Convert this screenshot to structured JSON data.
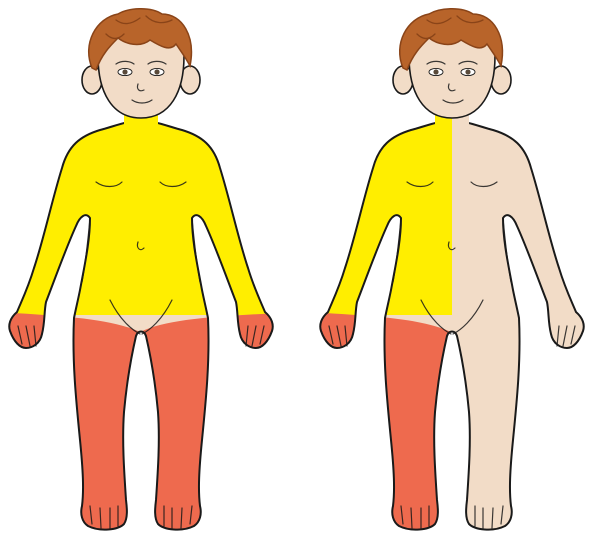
{
  "colors": {
    "background": "#ffffff",
    "outline": "#1a1a1a",
    "skin": "#f2dcc7",
    "hair": "#b8642a",
    "hair_shadow": "#8a4418",
    "upper_body_highlight": "#ffee00",
    "legs_highlight": "#ee6a4e",
    "eyes": "#5a4a3a"
  },
  "figures": [
    {
      "name": "figure-left",
      "upper_region": "both-sides-yellow",
      "legs_region": "both-legs-red"
    },
    {
      "name": "figure-right",
      "upper_region": "right-side-yellow",
      "legs_region": "right-leg-red"
    }
  ]
}
